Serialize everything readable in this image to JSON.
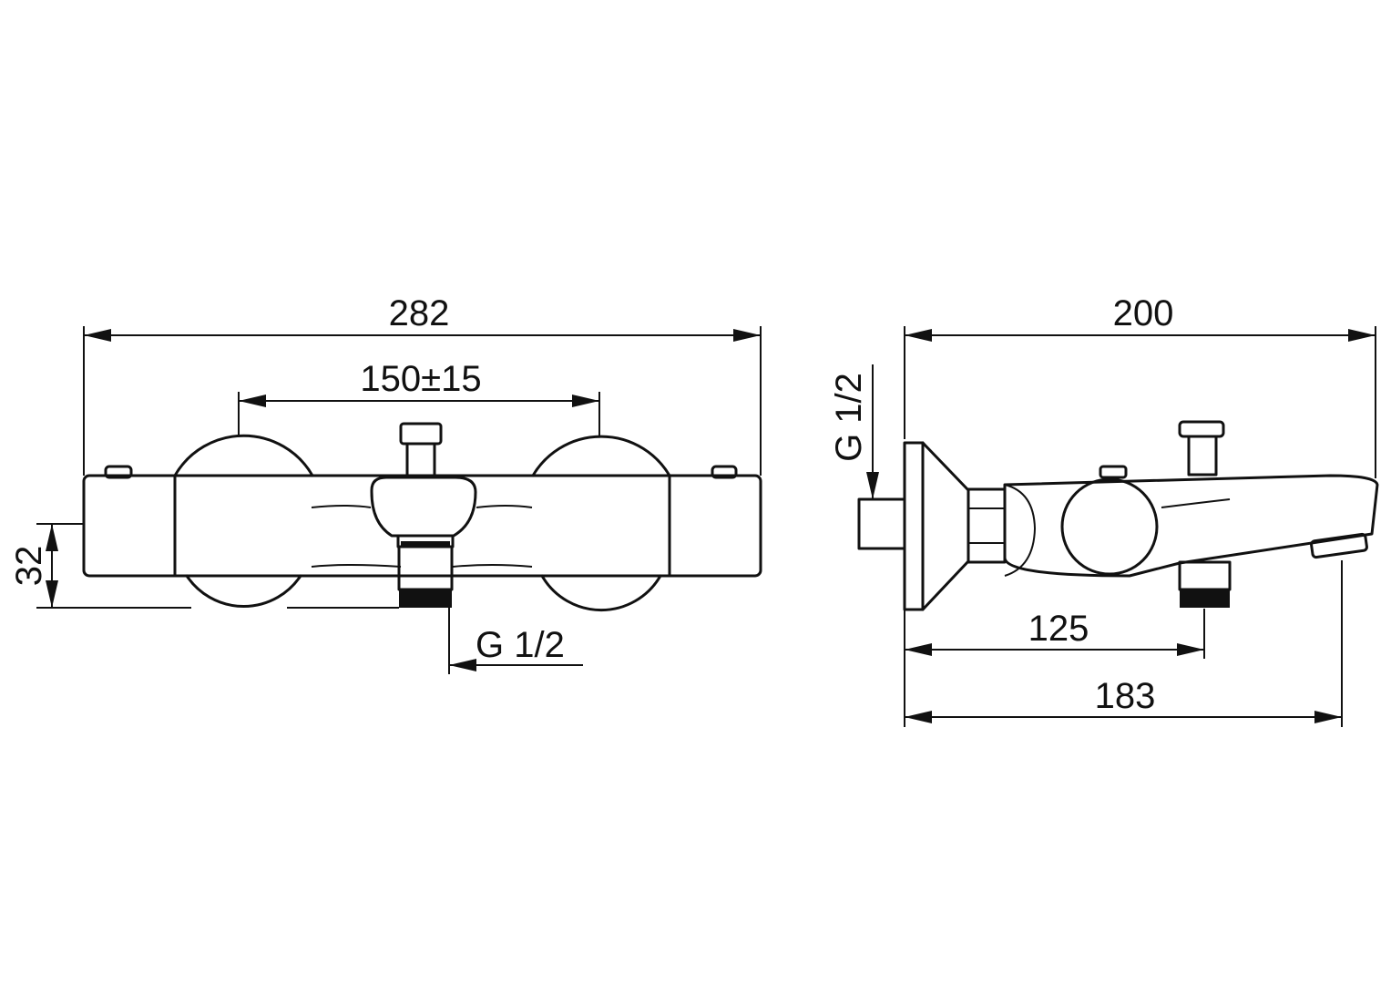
{
  "front_view": {
    "overall_width": "282",
    "center_distance": "150±15",
    "height": "32",
    "outlet_thread": "G 1/2"
  },
  "side_view": {
    "overall_depth": "200",
    "inlet_thread": "G 1/2",
    "outlet_depth": "125",
    "spout_depth": "183"
  },
  "colors": {
    "line": "#111111",
    "background": "#ffffff"
  }
}
